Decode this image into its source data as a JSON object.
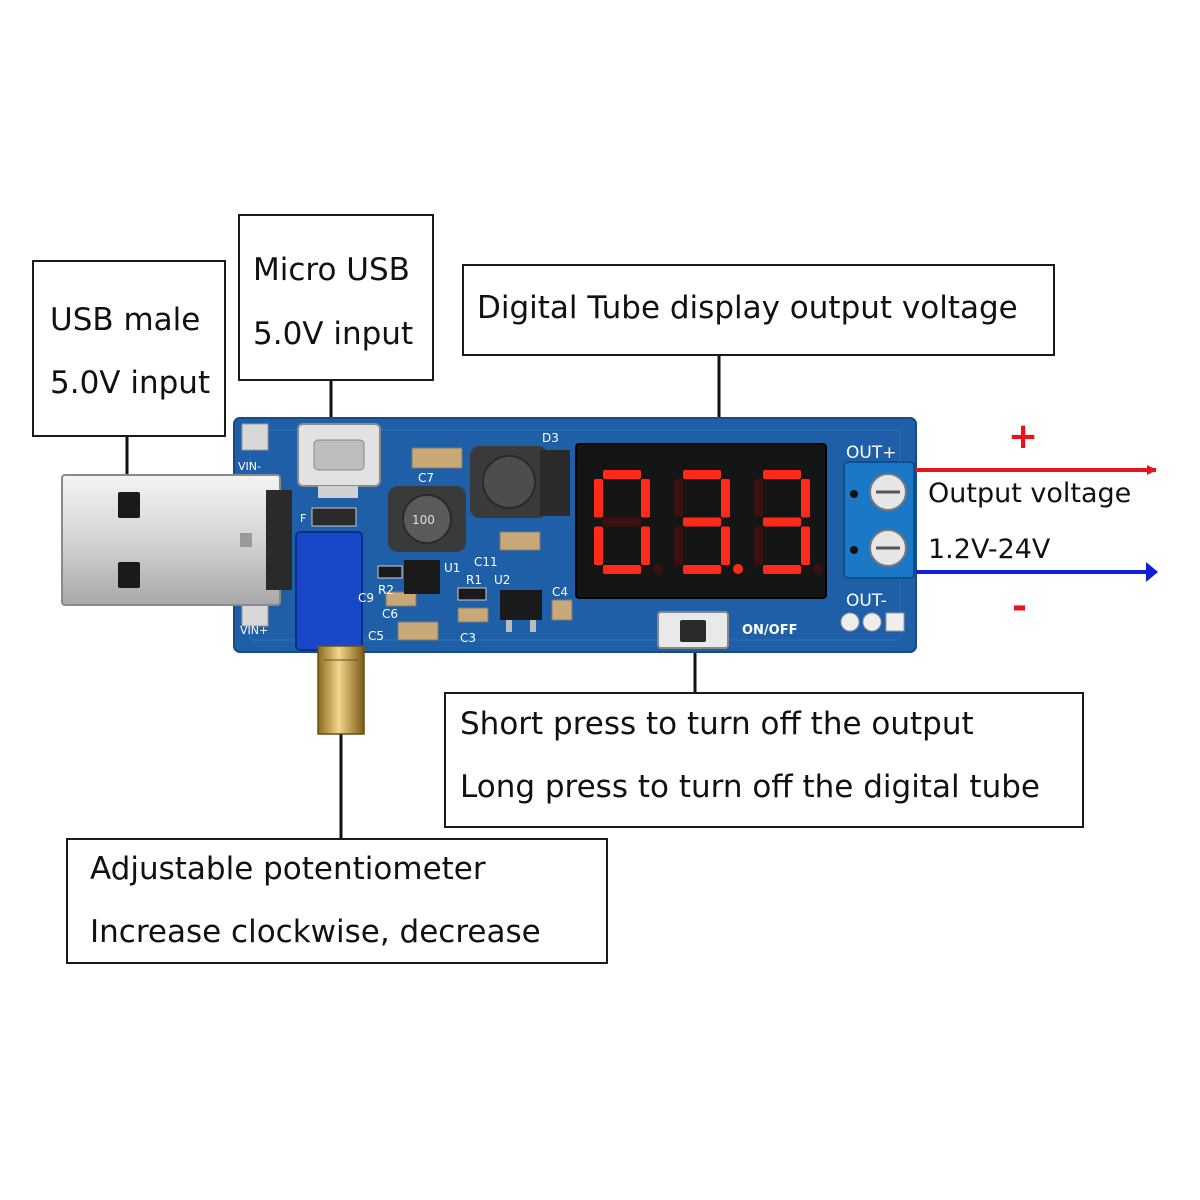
{
  "callouts": {
    "usb_male": {
      "line1": "USB male",
      "line2": "5.0V input"
    },
    "micro_usb": {
      "line1": "Micro USB",
      "line2": "5.0V input"
    },
    "display": {
      "line1": "Digital Tube display output voltage"
    },
    "button": {
      "line1": "Short press to turn off the output",
      "line2": "Long press to turn off the digital tube"
    },
    "potentiometer": {
      "line1": "Adjustable potentiometer",
      "line2": "Increase clockwise, decrease"
    }
  },
  "output": {
    "plus_sign": "+",
    "minus_sign": "-",
    "label": "Output voltage",
    "range": "1.2V-24V",
    "plus_color": "#e8141c",
    "minus_color": "#1020d8"
  },
  "board": {
    "display_reading": "03.3",
    "display_color": "#ff2a1a",
    "pcb_color": "#1f5fa8",
    "silkscreen": {
      "vin_minus": "VIN-",
      "vin_plus": "VIN+",
      "out_plus": "OUT+",
      "out_minus": "OUT-",
      "on_off": "ON/OFF",
      "d3": "D3",
      "c7": "C7",
      "c11": "C11",
      "u1": "U1",
      "u2": "U2",
      "r1": "R1",
      "r2": "R2",
      "c9": "C9",
      "c6": "C6",
      "c5": "C5",
      "c3": "C3",
      "c4": "C4",
      "f": "F",
      "inductor_code": "100"
    }
  }
}
